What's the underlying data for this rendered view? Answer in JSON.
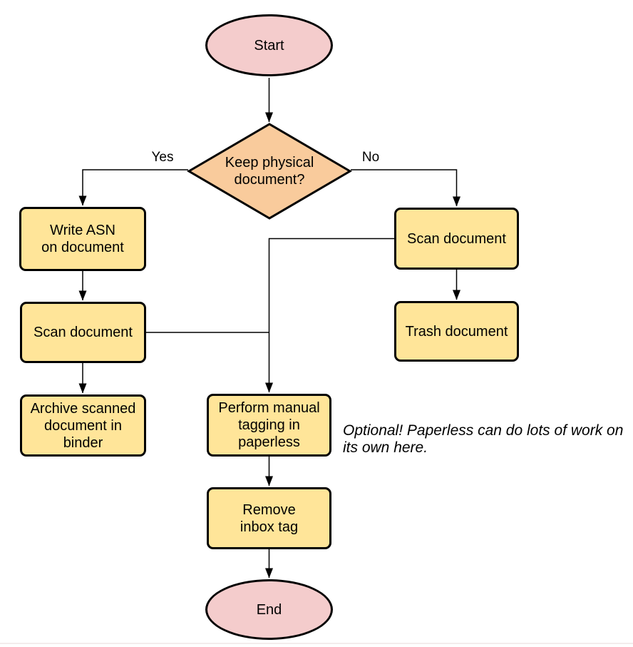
{
  "colors": {
    "terminal_fill": "#f4cccc",
    "decision_fill": "#f9cb9c",
    "process_fill": "#ffe599",
    "stroke": "#000000",
    "background": "#ffffff"
  },
  "nodes": {
    "start": {
      "type": "terminal",
      "label": "Start"
    },
    "decision": {
      "type": "decision",
      "label": "Keep physical\ndocument?"
    },
    "write_asn": {
      "type": "process",
      "label": "Write ASN\non document"
    },
    "scan_left": {
      "type": "process",
      "label": "Scan document"
    },
    "archive": {
      "type": "process",
      "label": "Archive scanned\ndocument in\nbinder"
    },
    "scan_right": {
      "type": "process",
      "label": "Scan document"
    },
    "trash": {
      "type": "process",
      "label": "Trash document"
    },
    "tagging": {
      "type": "process",
      "label": "Perform manual\ntagging in\npaperless"
    },
    "remove_tag": {
      "type": "process",
      "label": "Remove\ninbox tag"
    },
    "end": {
      "type": "terminal",
      "label": "End"
    }
  },
  "edge_labels": {
    "yes": "Yes",
    "no": "No"
  },
  "annotation": {
    "text": "Optional! Paperless can do lots of work on\nits own here."
  }
}
